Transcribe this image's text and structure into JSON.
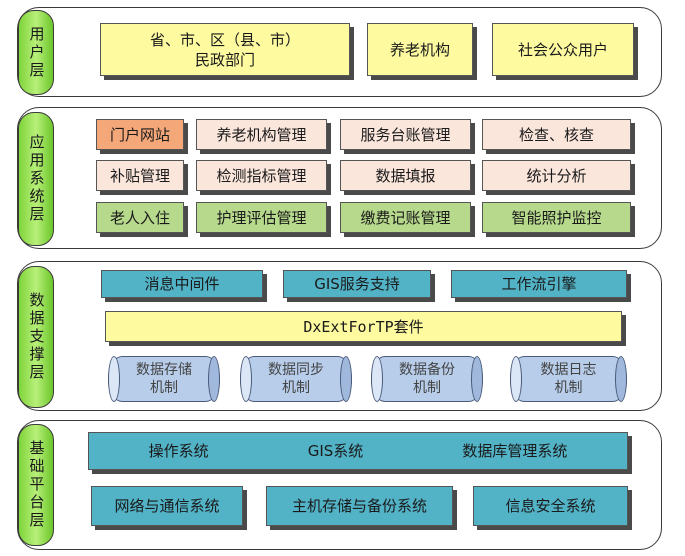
{
  "layers": {
    "user": {
      "label": "用户层",
      "items": [
        "省、市、区（县、市）\n民政部门",
        "养老机构",
        "社会公众用户"
      ]
    },
    "app": {
      "label": "应用系统层",
      "rows": [
        [
          "门户网站",
          "养老机构管理",
          "服务台账管理",
          "检查、核查"
        ],
        [
          "补贴管理",
          "检测指标管理",
          "数据填报",
          "统计分析"
        ],
        [
          "老人入住",
          "护理评估管理",
          "缴费记账管理",
          "智能照护监控"
        ]
      ]
    },
    "data": {
      "label": "数据支撑层",
      "top": [
        "消息中间件",
        "GIS服务支持",
        "工作流引擎"
      ],
      "suite": "DxExtForTP套件",
      "cylinders": [
        "数据存储\n机制",
        "数据同步\n机制",
        "数据备份\n机制",
        "数据日志\n机制"
      ]
    },
    "base": {
      "label": "基础平台层",
      "row1": [
        "操作系统",
        "GIS系统",
        "数据库管理系统"
      ],
      "row2": [
        "网络与通信系统",
        "主机存储与备份系统",
        "信息安全系统"
      ]
    }
  },
  "colors": {
    "tag_green": "#7ed33a",
    "yellow": "#fdfaa0",
    "teal": "#52b2c6",
    "cylinder": "#b7cdea"
  }
}
